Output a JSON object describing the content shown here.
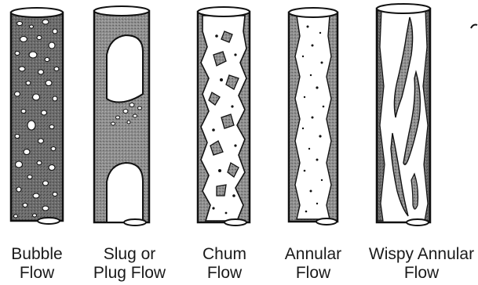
{
  "figure": {
    "regimes": [
      {
        "key": "bubble",
        "line1": "Bubble",
        "line2": "Flow"
      },
      {
        "key": "slug",
        "line1": "Slug or",
        "line2": "Plug Flow"
      },
      {
        "key": "churn",
        "line1": "Chum",
        "line2": "Flow"
      },
      {
        "key": "annular",
        "line1": "Annular",
        "line2": "Flow"
      },
      {
        "key": "wispy-annular",
        "line1": "Wispy Annular",
        "line2": "Flow"
      }
    ]
  }
}
